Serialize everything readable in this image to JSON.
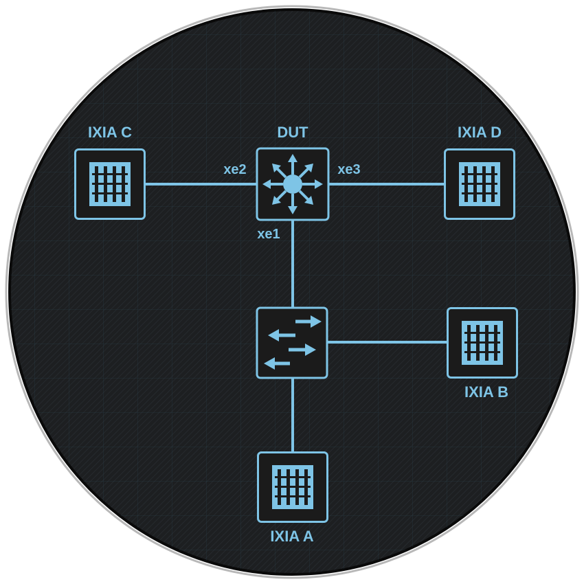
{
  "colors": {
    "background": "#1d1f21",
    "accent": "#7ec4e6",
    "box_fill": "#1b1b1b",
    "rim": "#c8c8c8"
  },
  "nodes": {
    "dut": {
      "label": "DUT",
      "icon": "router-icon"
    },
    "ixia_a": {
      "label": "IXIA A",
      "icon": "ixia-chassis-icon"
    },
    "ixia_b": {
      "label": "IXIA B",
      "icon": "ixia-chassis-icon"
    },
    "ixia_c": {
      "label": "IXIA C",
      "icon": "ixia-chassis-icon"
    },
    "ixia_d": {
      "label": "IXIA D",
      "icon": "ixia-chassis-icon"
    },
    "switch": {
      "label": "",
      "icon": "switch-icon"
    }
  },
  "ports": {
    "xe1": "xe1",
    "xe2": "xe2",
    "xe3": "xe3"
  }
}
